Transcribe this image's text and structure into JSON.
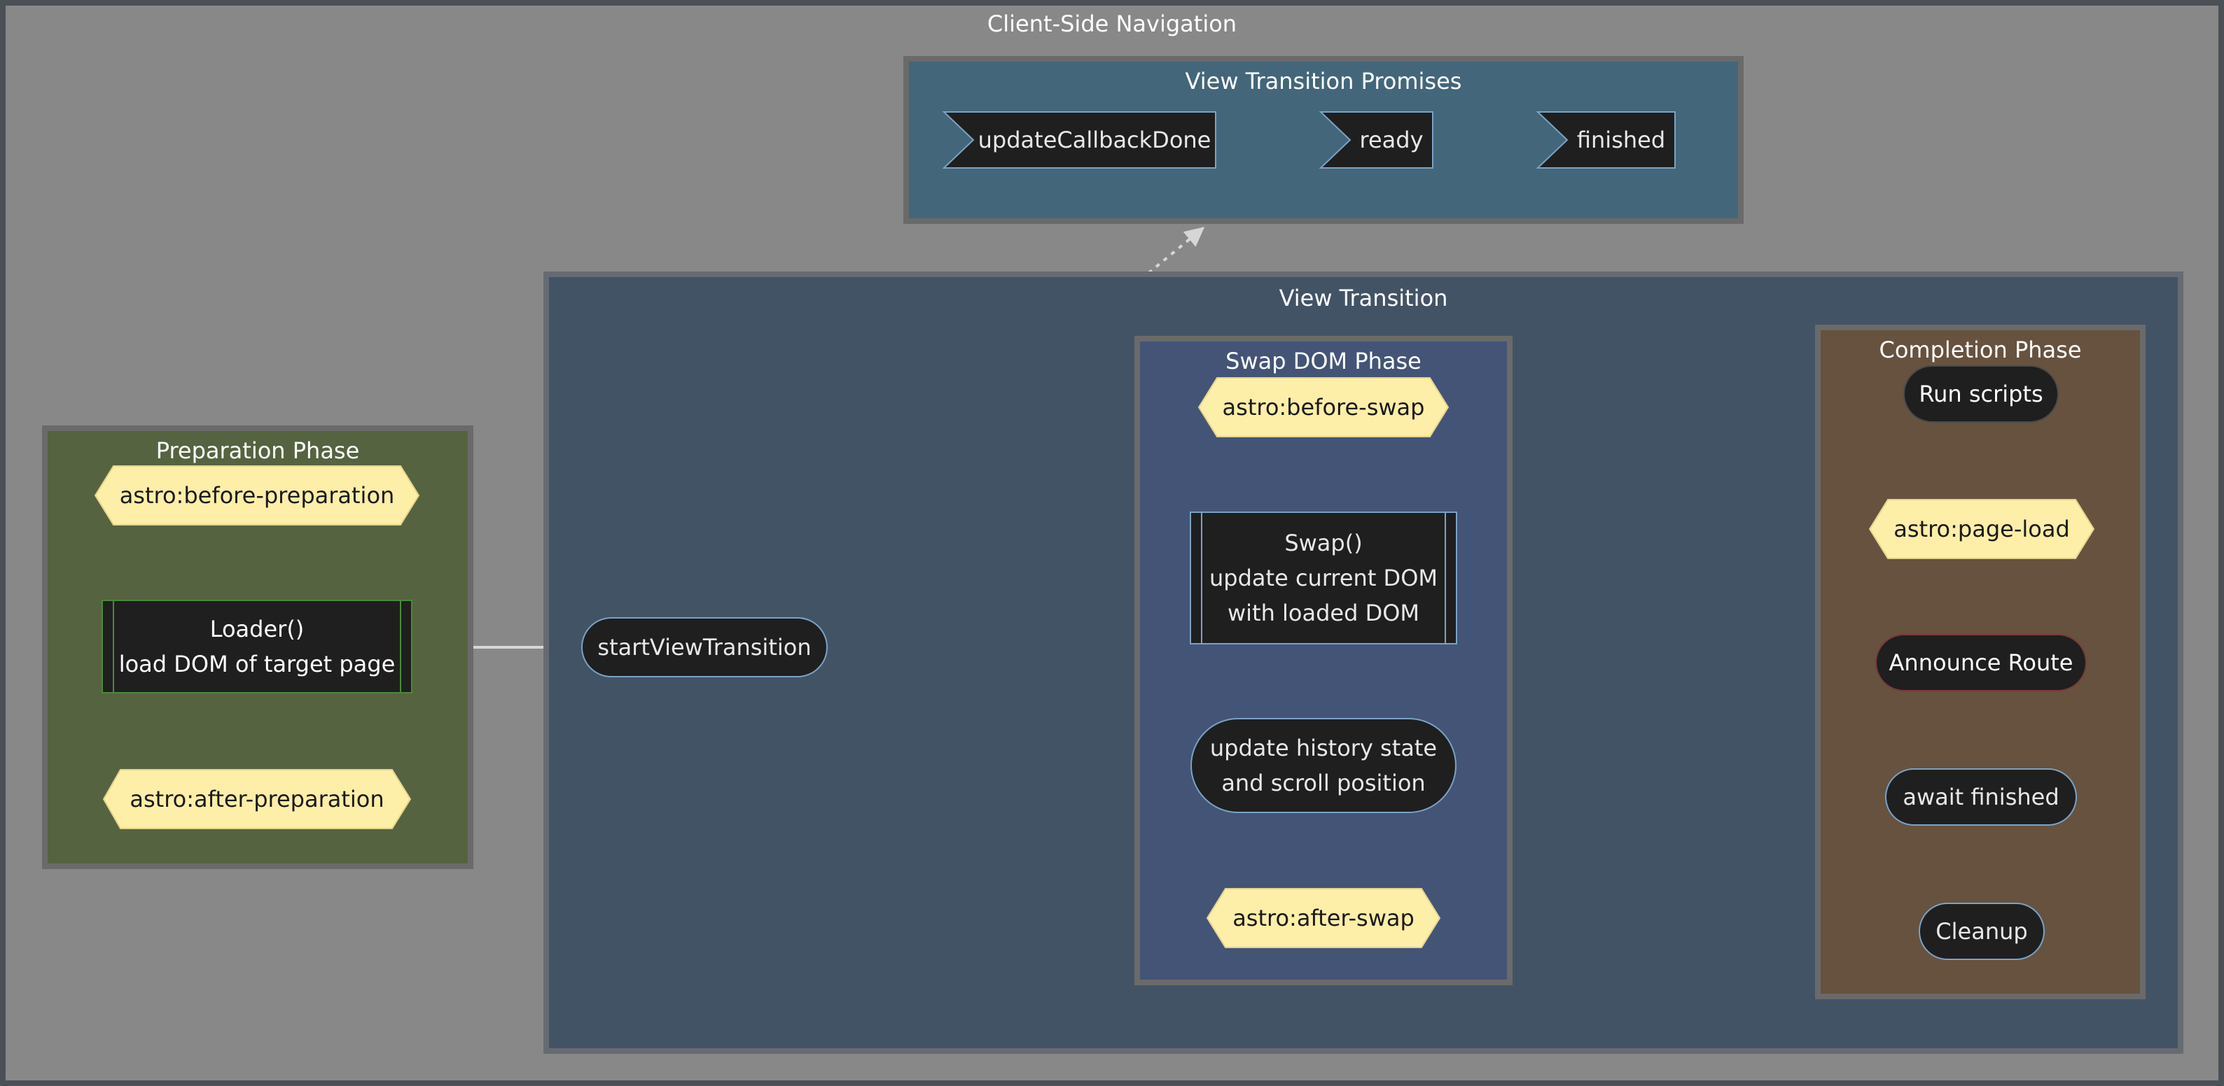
{
  "diagram": {
    "title": "Client-Side Navigation",
    "promises": {
      "title": "View Transition Promises",
      "items": [
        "updateCallbackDone",
        "ready",
        "finished"
      ]
    },
    "view_transition": {
      "title": "View Transition"
    },
    "preparation": {
      "title": "Preparation Phase",
      "before_event": "astro:before-preparation",
      "loader_line1": "Loader()",
      "loader_line2": "load DOM of target page",
      "after_event": "astro:after-preparation"
    },
    "start": "startViewTransition",
    "swap_phase": {
      "title": "Swap DOM Phase",
      "before_event": "astro:before-swap",
      "swap_line1": "Swap()",
      "swap_line2": "update current DOM",
      "swap_line3": "with loaded DOM",
      "history_line1": "update history state",
      "history_line2": "and scroll position",
      "after_event": "astro:after-swap"
    },
    "completion": {
      "title": "Completion Phase",
      "run_scripts": "Run scripts",
      "page_load": "astro:page-load",
      "announce": "Announce Route",
      "await_finished": "await finished",
      "cleanup": "Cleanup"
    }
  },
  "colors": {
    "canvas": "#888888",
    "promises_bg": "#44667A",
    "view_transition_bg": "#435366",
    "preparation_bg": "#556340",
    "swap_bg": "#435477",
    "completion_bg": "#66523F",
    "event_fill": "#FDEEA8",
    "node_fill": "#1F1F1F",
    "green_edge": "#9BF09B",
    "red_edge": "#F5A3A3"
  }
}
